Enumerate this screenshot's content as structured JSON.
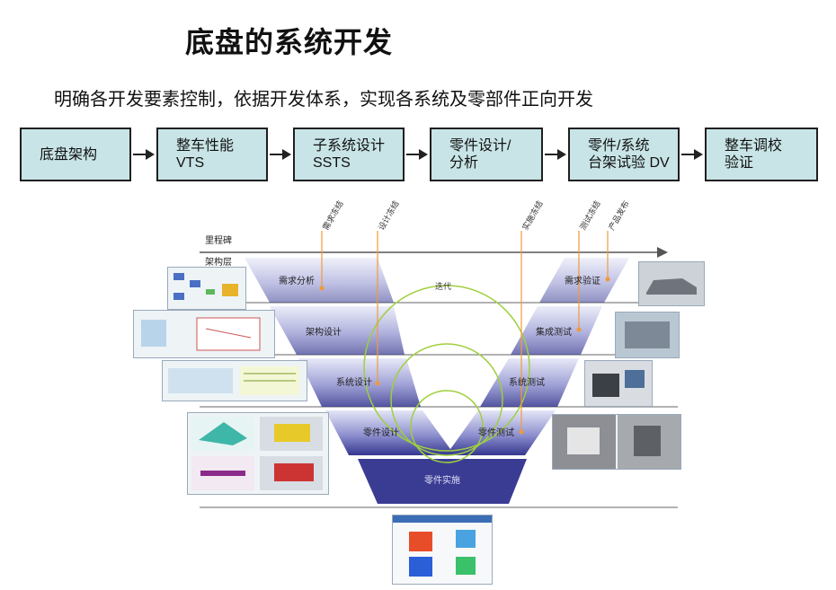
{
  "page": {
    "title": "底盘的系统开发",
    "subtitle": "明确各开发要素控制，依据开发体系，实现各系统及零部件正向开发"
  },
  "flow_steps": [
    {
      "line1": "底盘架构",
      "line2": ""
    },
    {
      "line1": "整车性能",
      "line2": "VTS"
    },
    {
      "line1": "子系统设计",
      "line2": "SSTS"
    },
    {
      "line1": "零件设计/",
      "line2": "分析"
    },
    {
      "line1": "零件/系统",
      "line2": "台架试验 DV"
    },
    {
      "line1": "整车调校",
      "line2": "验证"
    }
  ],
  "diagram": {
    "milestone_label": "里程碑",
    "arch_layer_label": "架构层",
    "milestones": [
      "需求冻结",
      "设计冻结",
      "实施冻结",
      "测试冻结",
      "产品发布"
    ],
    "left_stages": [
      "需求分析",
      "架构设计",
      "系统设计",
      "零件设计"
    ],
    "right_stages": [
      "需求验证",
      "集成测试",
      "系统测试",
      "零件测试"
    ],
    "bottom_stage": "零件实施",
    "iteration_label": "迭代",
    "colors": {
      "v_light": "#d9dcf2",
      "v_dark": "#3d3f9a",
      "circle": "#9fcf3f",
      "orange": "#f09a3a"
    }
  }
}
